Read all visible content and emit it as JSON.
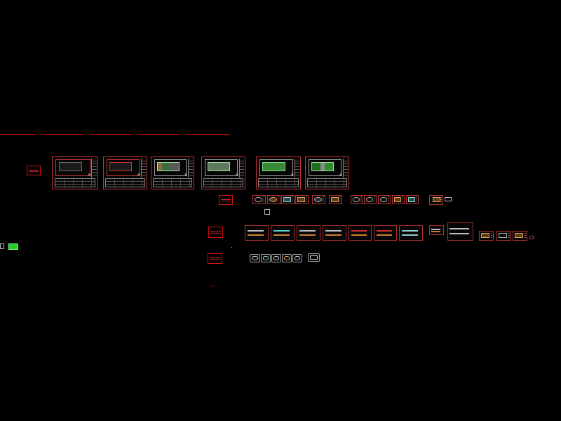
{
  "viewport": {
    "background": "#000000",
    "accent_red": "#c00000",
    "accent_green": "#22cc22"
  },
  "layouts": {
    "overall_sheet_count": 6,
    "row1_detail_count": 13,
    "row2_detail_count": 14,
    "row3_detail_count": 6
  },
  "icons": {
    "cursor": "crosshair-icon",
    "drawing_sheet": "sheet-icon"
  }
}
